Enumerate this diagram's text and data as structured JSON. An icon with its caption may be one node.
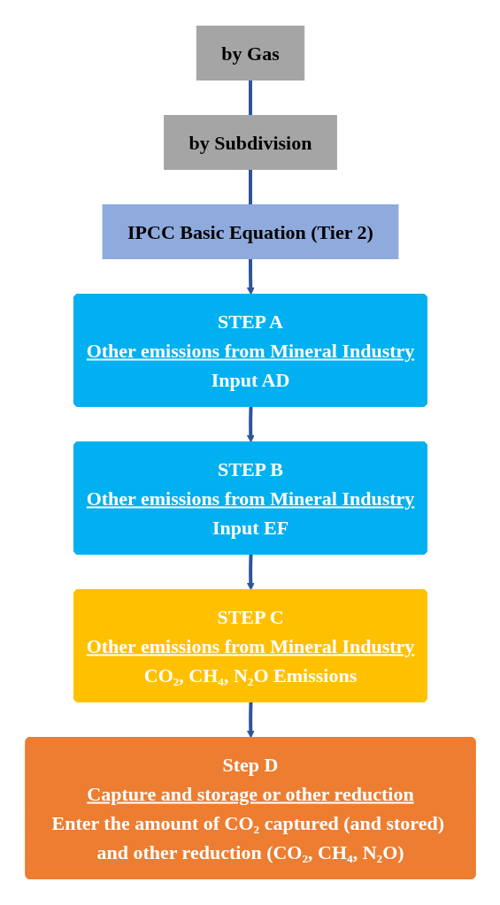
{
  "diagram": {
    "nodes": [
      {
        "text": [
          "by Gas"
        ]
      },
      {
        "text": [
          "by Subdivision"
        ]
      },
      {
        "text": [
          "IPCC Basic Equation (Tier 2)"
        ]
      },
      {
        "text": [
          "STEP A",
          "Other emissions from Mineral Industry",
          "Input AD"
        ]
      },
      {
        "text": [
          "STEP B",
          "Other emissions from Mineral Industry",
          "Input EF"
        ]
      },
      {
        "text": [
          "STEP C",
          "Other emissions from Mineral Industry",
          "CO₂, CH₄, N₂O Emissions"
        ]
      },
      {
        "text": [
          "Step D",
          "Capture and storage or other reduction",
          "Enter the amount of CO₂ captured (and stored) and other reduction (CO₂, CH₄, N₂O)"
        ]
      }
    ],
    "edges": [
      {
        "from": 0,
        "to": 1,
        "arrow": "none"
      },
      {
        "from": 1,
        "to": 2,
        "arrow": "none"
      },
      {
        "from": 2,
        "to": 3,
        "arrow": "to"
      },
      {
        "from": 3,
        "to": 4,
        "arrow": "to"
      },
      {
        "from": 4,
        "to": 5,
        "arrow": "to"
      },
      {
        "from": 5,
        "to": 6,
        "arrow": "to"
      }
    ]
  }
}
